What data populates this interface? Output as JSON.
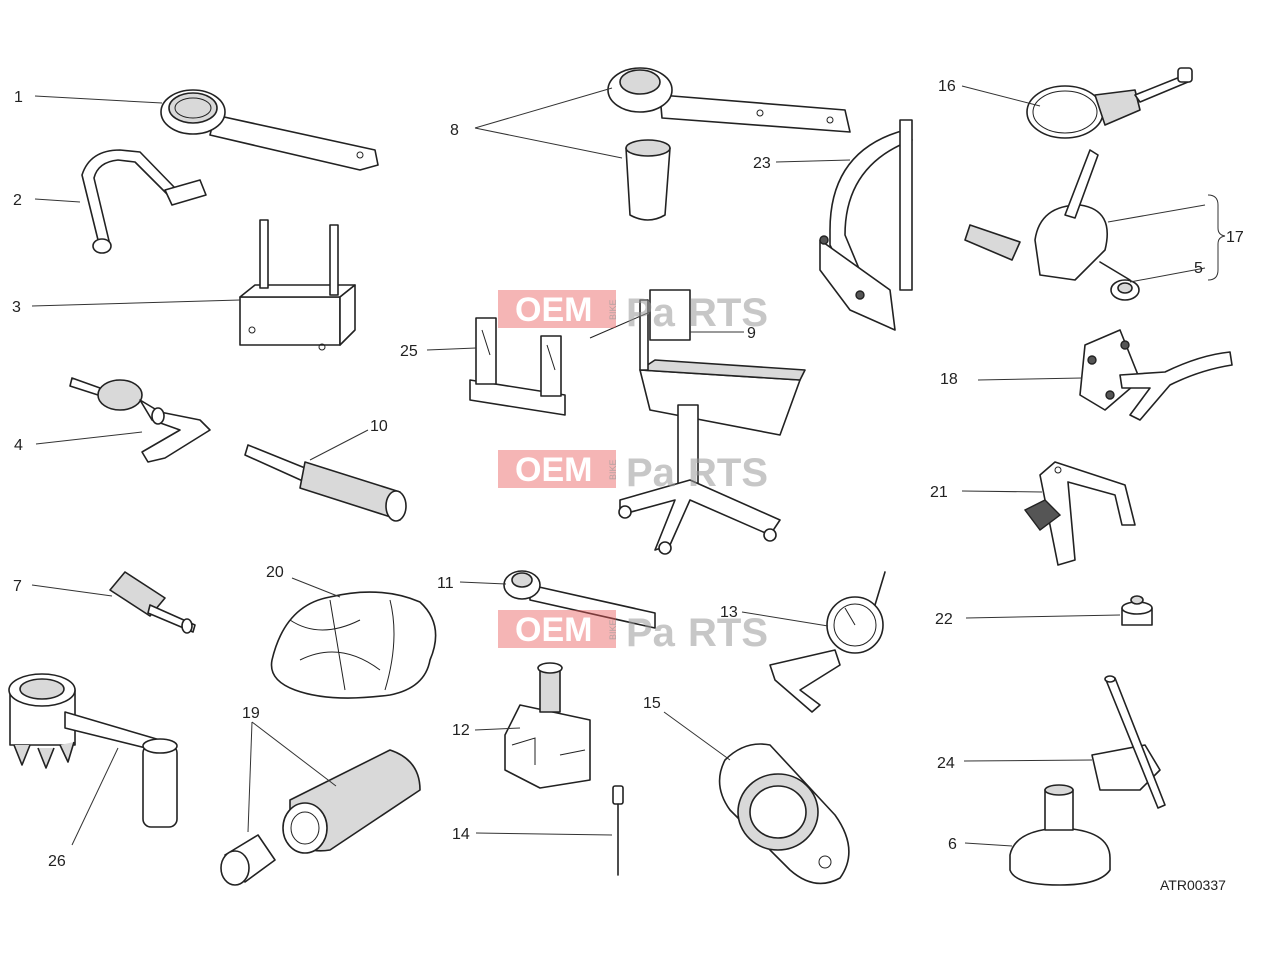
{
  "callouts": {
    "c1": "1",
    "c2": "2",
    "c3": "3",
    "c4": "4",
    "c5": "5",
    "c6": "6",
    "c7": "7",
    "c8": "8",
    "c9": "9",
    "c10": "10",
    "c11": "11",
    "c12": "12",
    "c13": "13",
    "c14": "14",
    "c15": "15",
    "c16": "16",
    "c17": "17",
    "c18": "18",
    "c19": "19",
    "c20": "20",
    "c21": "21",
    "c22": "22",
    "c23": "23",
    "c24": "24",
    "c25": "25",
    "c26": "26"
  },
  "drawing_code": "ATR00337",
  "watermark": {
    "oem": "OEM",
    "bike": "BIKE",
    "pa": "Pa",
    "rts": "RTS"
  },
  "colors": {
    "line": "#222222",
    "watermark_red": "#e85a5a",
    "watermark_grey": "#9a9a9a"
  }
}
